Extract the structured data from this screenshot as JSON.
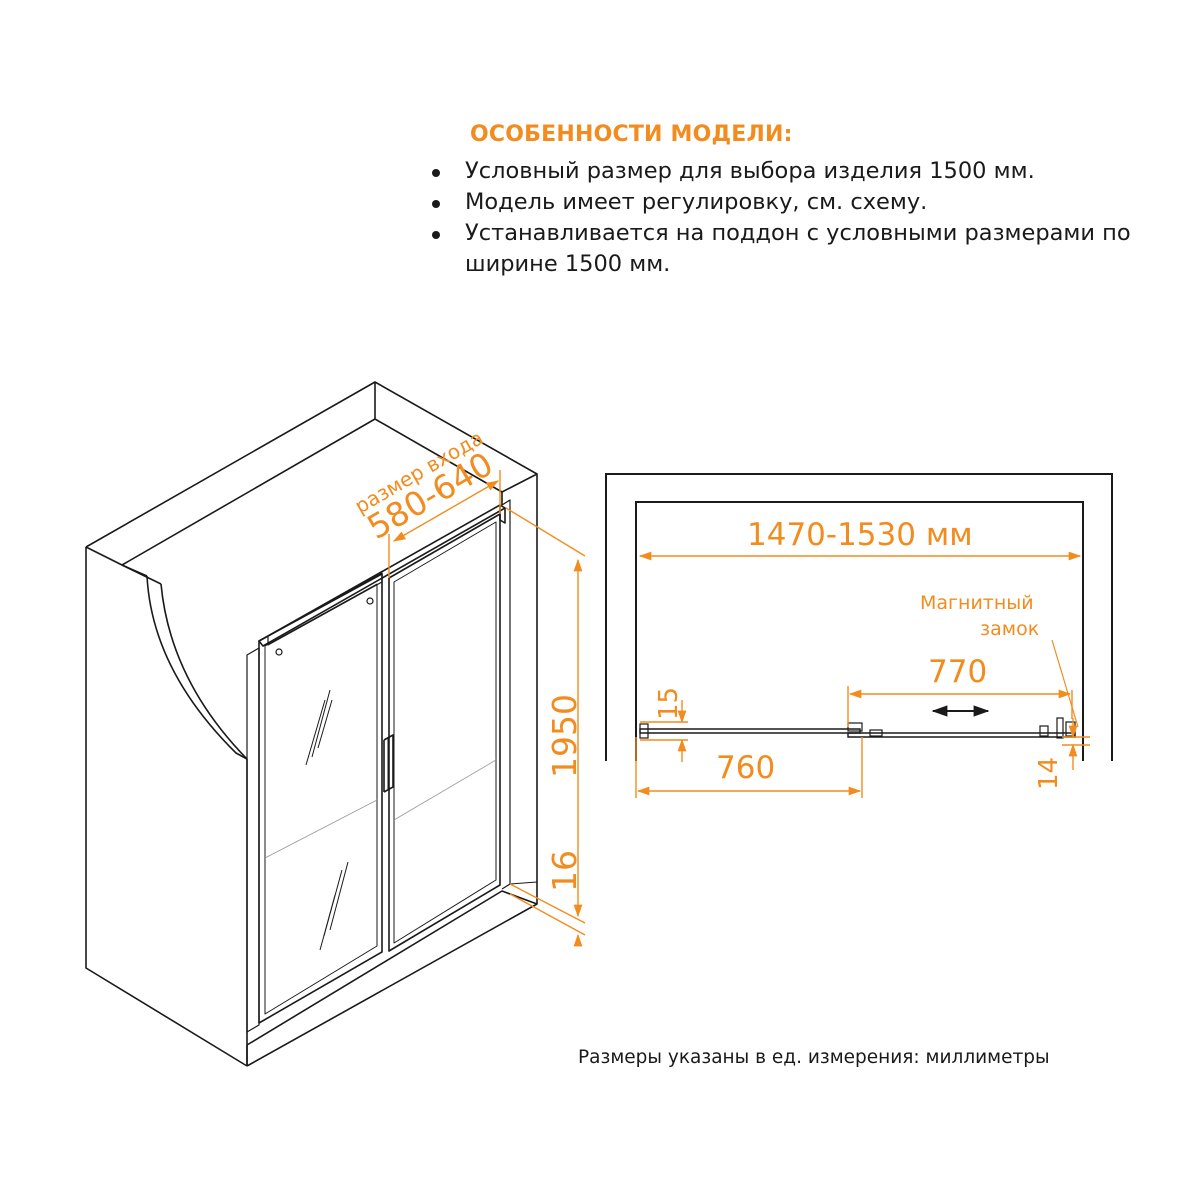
{
  "features": {
    "title": "ОСОБЕННОСТИ МОДЕЛИ:",
    "items": [
      "Условный размер для выбора изделия 1500 мм.",
      "Модель имеет регулировку, см. схему.",
      "Устанавливается на поддон с условными размерами по ширине 1500 мм."
    ]
  },
  "iso_view": {
    "entry_label": "размер входа",
    "entry_value": "580-640",
    "height_value": "1950",
    "adjust_value": "16"
  },
  "plan_view": {
    "width_range": "1470-1530 мм",
    "magnet_label_line1": "Магнитный",
    "magnet_label_line2": "замок",
    "door_opening": "770",
    "left_gap": "15",
    "fixed_panel": "760",
    "right_gap": "14"
  },
  "footer_note": "Размеры указаны в ед. измерения: миллиметры",
  "colors": {
    "accent": "#f28c1e",
    "line": "#1a1a1a"
  }
}
